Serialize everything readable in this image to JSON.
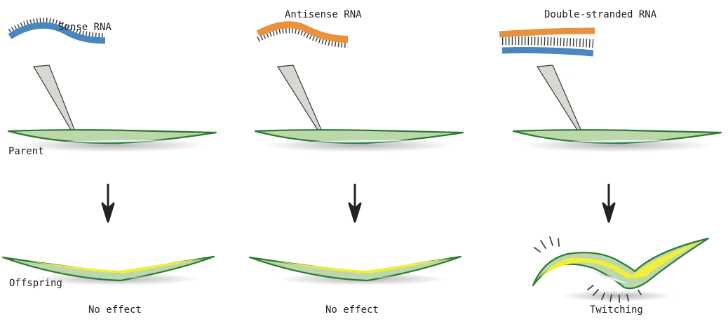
{
  "panels": [
    {
      "rna_label": "Sense RNA",
      "rna_type": "sense",
      "outcome_label": "No effect",
      "offspring_state": "normal"
    },
    {
      "rna_label": "Antisense RNA",
      "rna_type": "antisense",
      "outcome_label": "No effect",
      "offspring_state": "normal"
    },
    {
      "rna_label": "Double-stranded RNA",
      "rna_type": "double-stranded",
      "outcome_label": "Twitching",
      "offspring_state": "twitching"
    }
  ],
  "row_labels": {
    "parent": "Parent",
    "offspring": "Offspring"
  },
  "colors": {
    "sense_strand": "#4a86c0",
    "antisense_strand": "#e9913f",
    "worm_body": "#bcd7a8",
    "worm_outline": "#2b7a33",
    "worm_highlight": "#f2ef3a",
    "gut": "#e4f0f4",
    "needle": "#d8d8d2",
    "arrow": "#222222"
  }
}
